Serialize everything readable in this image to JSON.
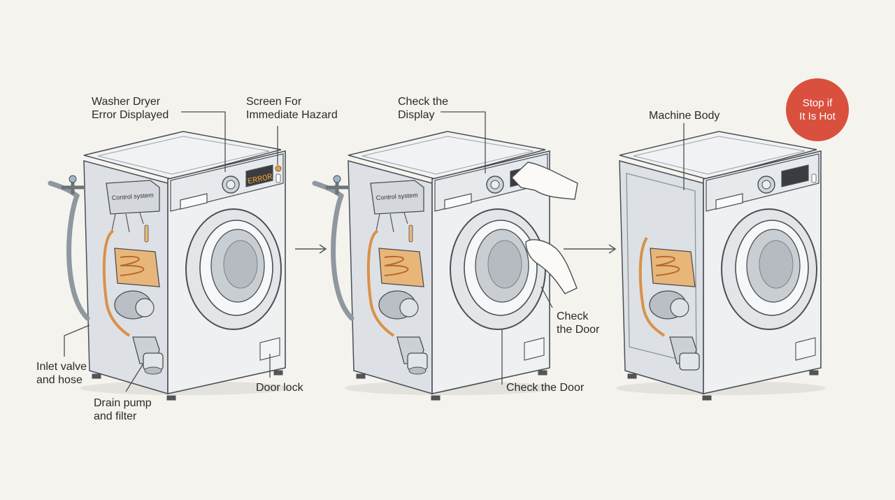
{
  "colors": {
    "background": "#f5f3ee",
    "stroke": "#4a4f55",
    "body_fill": "#eef0f2",
    "body_shade": "#dde1e5",
    "copper": "#d9914a",
    "copper_fill": "#e9b67a",
    "display_orange": "#f0a030",
    "badge": "#d9503e",
    "hose": "#8f989f"
  },
  "labels": {
    "washer_error": "Washer Dryer\nError Displayed",
    "screen_hazard": "Screen For\nImmediate Hazard",
    "inlet_valve": "Inlet valve\nand hose",
    "drain_pump": "Drain pump\nand filter",
    "door_lock": "Door lock",
    "check_display": "Check the\nDisplay",
    "check_door_right": "Check\nthe Door",
    "check_door_bottom": "Check the Door",
    "machine_body": "Machine Body"
  },
  "display_text": "ERROR",
  "control_system_label": "Control system",
  "badge": {
    "text": "Stop if\nIt Is Hot"
  },
  "steps": [
    {
      "id": "step-1"
    },
    {
      "id": "step-2"
    },
    {
      "id": "step-3"
    }
  ]
}
